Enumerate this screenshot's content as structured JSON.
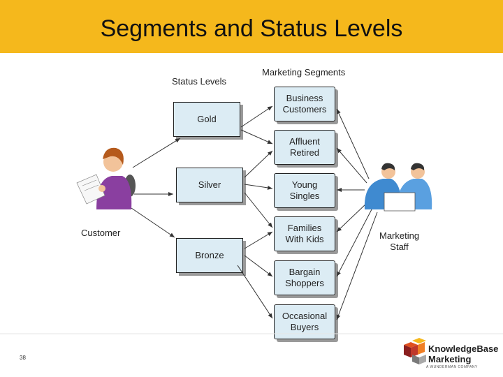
{
  "slide": {
    "title": "Segments and Status Levels",
    "page_number": "38"
  },
  "diagram": {
    "status_header": "Status Levels",
    "segments_header": "Marketing Segments",
    "customer_label": "Customer",
    "staff_label": "Marketing\nStaff",
    "status_levels": [
      {
        "label": "Gold"
      },
      {
        "label": "Silver"
      },
      {
        "label": "Bronze"
      }
    ],
    "segments": [
      {
        "label": "Business\nCustomers"
      },
      {
        "label": "Affluent\nRetired"
      },
      {
        "label": "Young\nSingles"
      },
      {
        "label": "Families\nWith Kids"
      },
      {
        "label": "Bargain\nShoppers"
      },
      {
        "label": "Occasional\nBuyers"
      }
    ]
  },
  "logo": {
    "line1": "KnowledgeBase",
    "line2": "Marketing",
    "tagline": "A WUNDERMAN COMPANY"
  },
  "colors": {
    "header": "#f5b81c",
    "box_fill": "#dcecf4",
    "shadow": "#9a9a9a"
  }
}
